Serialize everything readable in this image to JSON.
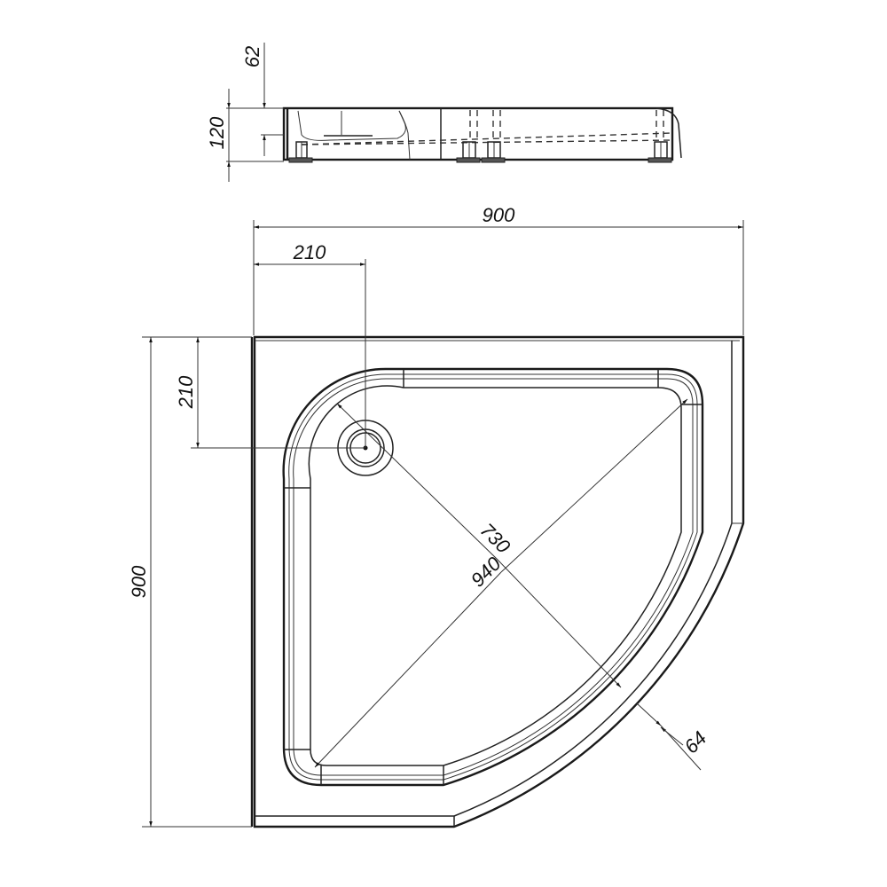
{
  "drawing": {
    "subject": "Quarter-round shower tray",
    "views": [
      "side-elevation",
      "plan-view"
    ],
    "colors": {
      "line": "#1a1a1a",
      "background": "#ffffff"
    }
  },
  "side_view": {
    "dimensions": {
      "total_height": "120",
      "tray_thickness": "62"
    },
    "feet_count": 4
  },
  "plan_view": {
    "dimensions": {
      "width": "900",
      "depth": "900",
      "drain_offset_x": "210",
      "drain_offset_y": "210",
      "inner_diagonal": "730",
      "outer_diagonal": "940",
      "rim_width": "64"
    }
  }
}
